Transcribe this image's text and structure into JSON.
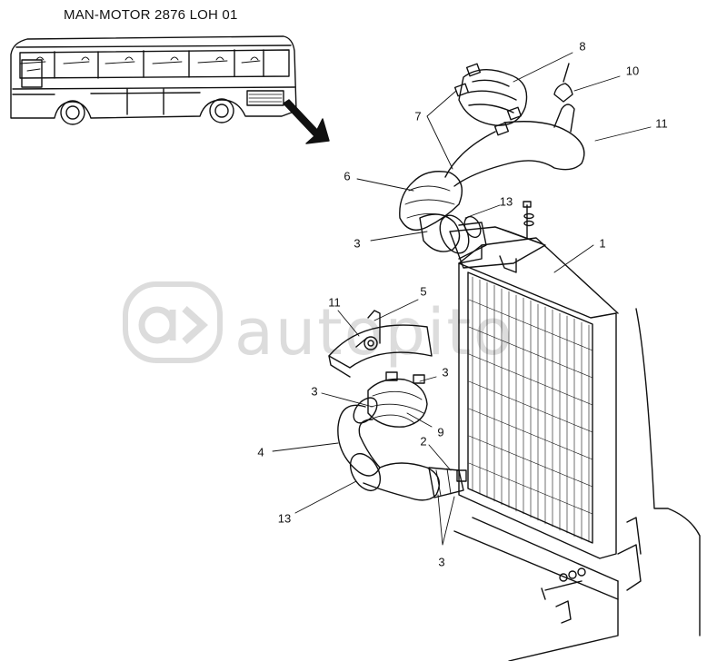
{
  "title": "MAN-MOTOR 2876 LOH 01",
  "watermark": {
    "text": "autopito",
    "logo_icon": "autopito-logo-icon"
  },
  "callouts": {
    "c8": "8",
    "c10": "10",
    "c7": "7",
    "c11a": "11",
    "c6": "6",
    "c13a": "13",
    "c3a": "3",
    "c1": "1",
    "c11b": "11",
    "c5": "5",
    "c3b": "3",
    "c3c": "3",
    "c9": "9",
    "c4": "4",
    "c2": "2",
    "c13b": "13",
    "c3d": "3"
  }
}
